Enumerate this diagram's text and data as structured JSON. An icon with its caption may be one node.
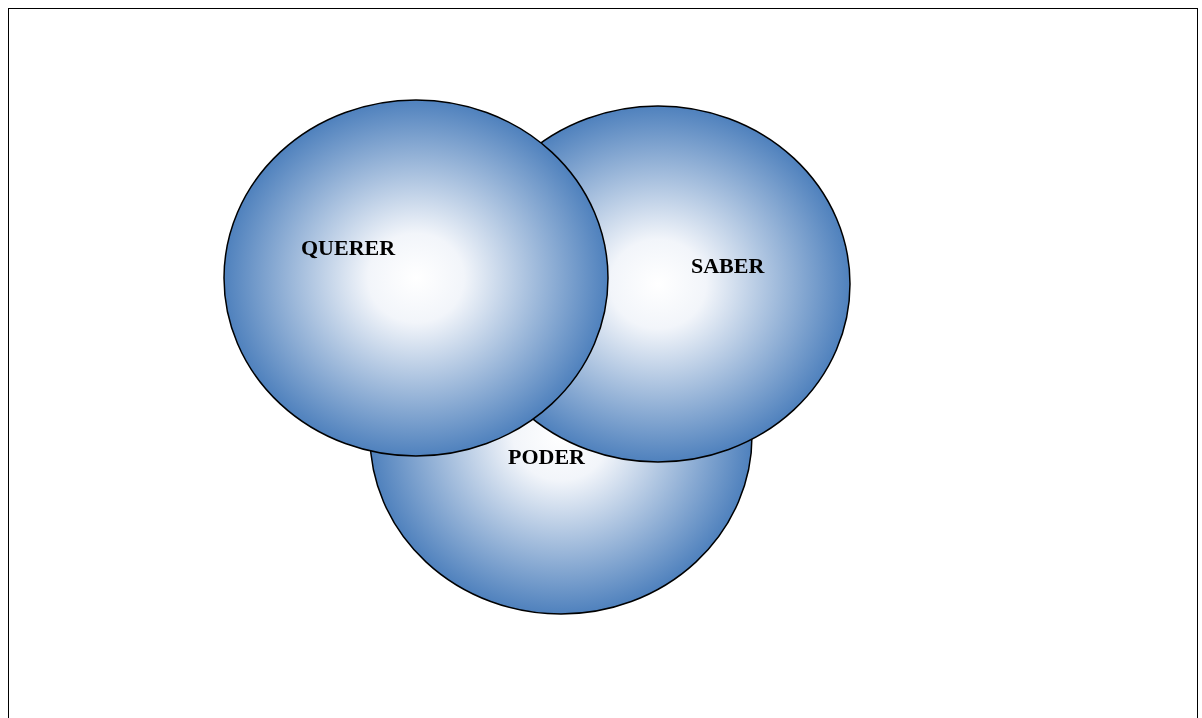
{
  "diagram": {
    "nodes": [
      {
        "text": [
          "QUERER"
        ]
      },
      {
        "text": [
          "SABER"
        ]
      },
      {
        "text": [
          "PODER"
        ]
      }
    ]
  }
}
